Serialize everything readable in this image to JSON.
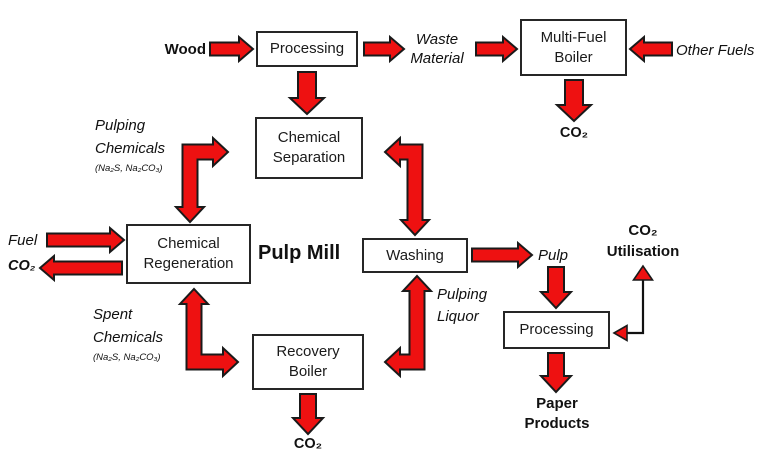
{
  "colors": {
    "arrow_fill": "#EE1111",
    "arrow_outline": "#1A1A1A",
    "thin_line": "#111111",
    "box_border": "#262626",
    "text": "#111111"
  },
  "diagram": {
    "center_label": "Pulp Mill",
    "boxes": {
      "processing_top": {
        "lines": [
          "Processing"
        ]
      },
      "multi_fuel_boiler": {
        "lines": [
          "Multi-Fuel",
          "Boiler"
        ]
      },
      "chemical_separation": {
        "lines": [
          "Chemical",
          "Separation"
        ]
      },
      "chemical_regeneration": {
        "lines": [
          "Chemical",
          "Regeneration"
        ]
      },
      "washing": {
        "lines": [
          "Washing"
        ]
      },
      "processing_bottom": {
        "lines": [
          "Processing"
        ]
      },
      "recovery_boiler": {
        "lines": [
          "Recovery",
          "Boiler"
        ]
      }
    },
    "labels": {
      "wood": "Wood",
      "waste_material": {
        "lines": [
          "Waste",
          "Material"
        ]
      },
      "other_fuels": "Other Fuels",
      "co2_boiler": "CO₂",
      "pulping_chemicals": {
        "lines": [
          "Pulping",
          "Chemicals"
        ],
        "formula": "(Na₂S, Na₂CO₃)"
      },
      "fuel": "Fuel",
      "co2_regen": "CO₂",
      "pulp": "Pulp",
      "co2_utilisation": {
        "lines": [
          "CO₂",
          "Utilisation"
        ]
      },
      "pulping_liquor": {
        "lines": [
          "Pulping",
          "Liquor"
        ]
      },
      "spent_chemicals": {
        "lines": [
          "Spent",
          "Chemicals"
        ],
        "formula": "(Na₂S, Na₂CO₃)"
      },
      "paper_products": {
        "lines": [
          "Paper",
          "Products"
        ]
      },
      "co2_recovery": "CO₂"
    }
  }
}
